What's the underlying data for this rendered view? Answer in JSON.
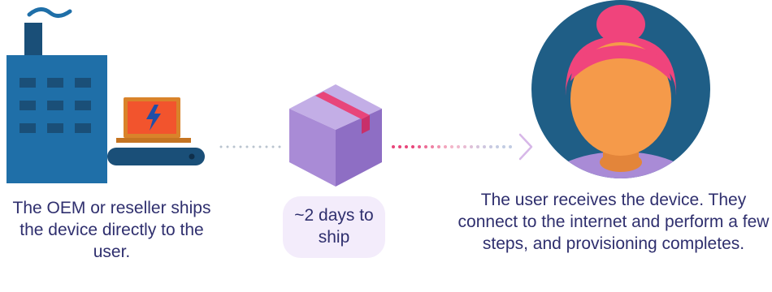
{
  "steps": {
    "oem": {
      "caption": "The OEM or reseller ships the device directly to the user."
    },
    "shipping": {
      "duration_label": "~2 days to ship"
    },
    "user": {
      "caption": "The user receives the device. They connect to the internet and perform a few steps, and provisioning completes."
    }
  },
  "icons": [
    "factory-icon",
    "laptop-icon",
    "lightning-icon",
    "conveyor-belt-icon",
    "package-box-icon",
    "user-avatar-icon"
  ],
  "colors": {
    "factory": "#1f6fa8",
    "factory_dark": "#1a4f78",
    "laptop": "#d9832a",
    "screen": "#f2542d",
    "box": "#a98bd6",
    "tape": "#e8457a",
    "dots_gray": "#b9c3cf",
    "dots_pink": "#e8457a",
    "avatar_bg": "#1f5e86",
    "skin": "#f59a4a",
    "hair": "#f0447c",
    "text": "#2f2f6e",
    "badge": "#f3ecfb"
  }
}
